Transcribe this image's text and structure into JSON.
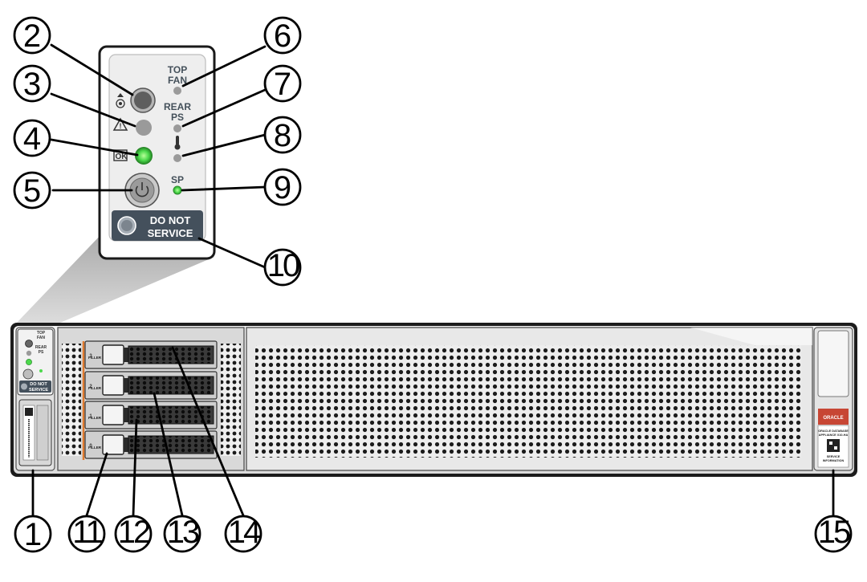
{
  "panel": {
    "top_fan": [
      "TOP",
      "FAN"
    ],
    "rear_ps": [
      "REAR",
      "PS"
    ],
    "sp": "SP",
    "do_not_service": [
      "DO NOT",
      "SERVICE"
    ],
    "ok_symbol": "OK"
  },
  "chassis": {
    "filler_label": "FILLER",
    "bay_numbers": [
      "3",
      "2",
      "1",
      "0"
    ],
    "brand": "ORACLE",
    "label_lines": [
      "ORACLE DATABASE",
      "APPLIANCE X10-HA"
    ],
    "service_info": [
      "SERVICE",
      "INFORMATION"
    ],
    "mini_panel": {
      "top_fan": [
        "TOP",
        "FAN"
      ],
      "rear_ps": [
        "REAR",
        "PS"
      ],
      "do_not_service": [
        "DO NOT",
        "SERVICE"
      ]
    }
  },
  "callouts": [
    "1",
    "2",
    "3",
    "4",
    "5",
    "6",
    "7",
    "8",
    "9",
    "10",
    "11",
    "12",
    "13",
    "14",
    "15"
  ],
  "colors": {
    "led_green": "#4cd94c",
    "led_gray": "#9a9a9a",
    "dns_panel": "#44505c",
    "oracle_red": "#c74634",
    "panel_border": "#1a1a1a",
    "bay_accent": "#e07a2e"
  }
}
